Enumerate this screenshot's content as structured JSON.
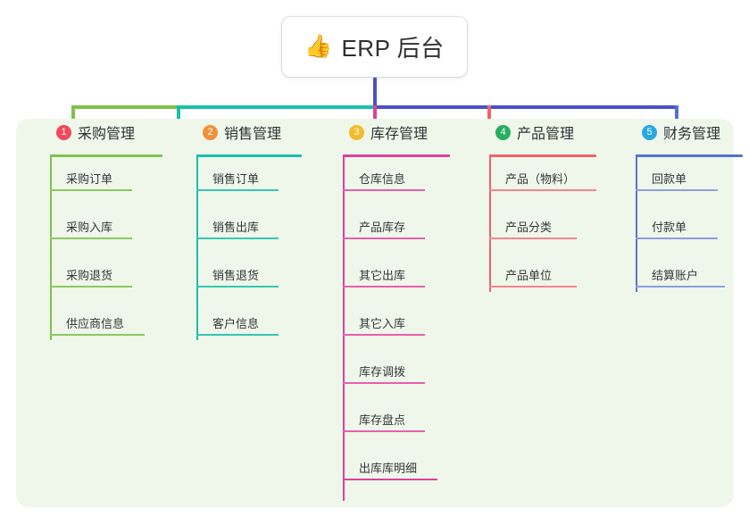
{
  "root": {
    "icon": "thumbs-up-icon",
    "icon_glyph": "👍",
    "title": "ERP 后台"
  },
  "palette": {
    "panel_bg": "#eff7ea",
    "page_bg": "#ffffff",
    "root_stem": "#4a51c4",
    "bar_green": "#7fc14b",
    "bar_teal": "#17c0ab",
    "bar_blue": "#4a51c4",
    "text": "#2f3136"
  },
  "columns": [
    {
      "index": "1",
      "title": "采购管理",
      "badge_color": "#f2495c",
      "line_color": "#7fc14b",
      "drop_color": "#7fc14b",
      "items": [
        {
          "label": "采购订单"
        },
        {
          "label": "采购入库"
        },
        {
          "label": "采购退货"
        },
        {
          "label": "供应商信息"
        }
      ]
    },
    {
      "index": "2",
      "title": "销售管理",
      "badge_color": "#f0913a",
      "line_color": "#17c0ab",
      "drop_color": "#17c0ab",
      "items": [
        {
          "label": "销售订单"
        },
        {
          "label": "销售出库"
        },
        {
          "label": "销售退货"
        },
        {
          "label": "客户信息"
        }
      ]
    },
    {
      "index": "3",
      "title": "库存管理",
      "badge_color": "#f4bb2a",
      "line_color": "#e0409a",
      "drop_color": "#e0409a",
      "items": [
        {
          "label": "仓库信息"
        },
        {
          "label": "产品库存"
        },
        {
          "label": "其它出库"
        },
        {
          "label": "其它入库"
        },
        {
          "label": "库存调拨"
        },
        {
          "label": "库存盘点"
        },
        {
          "label": "出库库明细"
        }
      ]
    },
    {
      "index": "4",
      "title": "产品管理",
      "badge_color": "#27ae60",
      "line_color": "#f4616a",
      "drop_color": "#f4616a",
      "items": [
        {
          "label": "产品（物料）"
        },
        {
          "label": "产品分类"
        },
        {
          "label": "产品单位"
        }
      ]
    },
    {
      "index": "5",
      "title": "财务管理",
      "badge_color": "#29a8e0",
      "line_color": "#5572d0",
      "drop_color": "#5572d0",
      "items": [
        {
          "label": "回款单"
        },
        {
          "label": "付款单"
        },
        {
          "label": "结算账户"
        }
      ]
    }
  ]
}
